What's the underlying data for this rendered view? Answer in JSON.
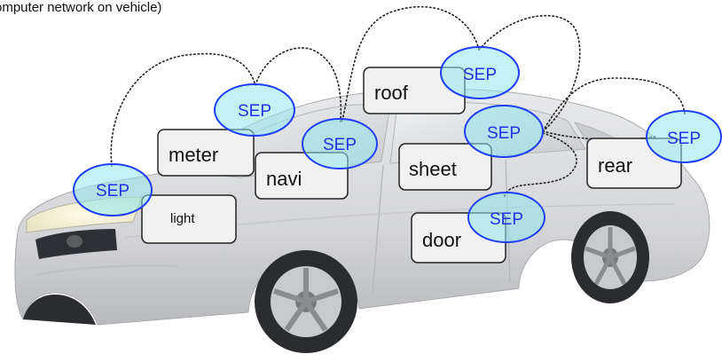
{
  "caption": "omputer network on vehicle)",
  "colors": {
    "sep_fill": "#8fe7ef",
    "sep_stroke": "#1f3fff",
    "sep_text": "#1f33e6",
    "car_body": "#dcdde0",
    "box_stroke": "#222222"
  },
  "components": [
    {
      "id": "roof",
      "label": "roof"
    },
    {
      "id": "meter",
      "label": "meter"
    },
    {
      "id": "navi",
      "label": "navi"
    },
    {
      "id": "sheet",
      "label": "sheet"
    },
    {
      "id": "rear",
      "label": "rear"
    },
    {
      "id": "light",
      "label": "light"
    },
    {
      "id": "door",
      "label": "door"
    }
  ],
  "sep_nodes": [
    {
      "id": "sep-light",
      "label": "SEP"
    },
    {
      "id": "sep-meter",
      "label": "SEP"
    },
    {
      "id": "sep-navi",
      "label": "SEP"
    },
    {
      "id": "sep-roof",
      "label": "SEP"
    },
    {
      "id": "sep-sheet",
      "label": "SEP"
    },
    {
      "id": "sep-rear",
      "label": "SEP"
    },
    {
      "id": "sep-door",
      "label": "SEP"
    }
  ]
}
